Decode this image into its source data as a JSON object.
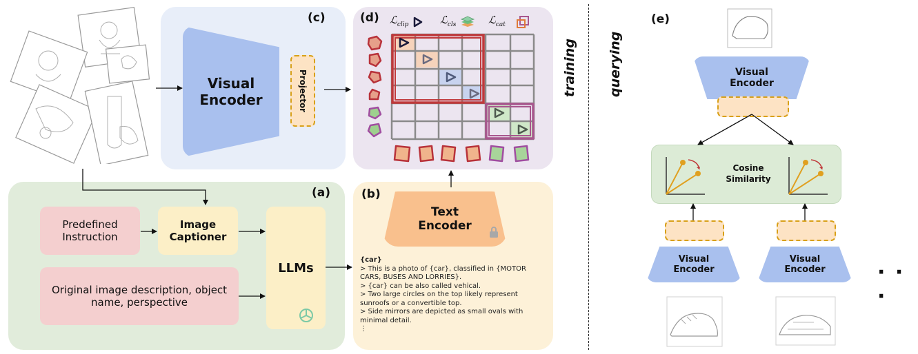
{
  "panels": {
    "a": "(a)",
    "b": "(b)",
    "c": "(c)",
    "d": "(d)",
    "e": "(e)"
  },
  "panel_c": {
    "encoder_line1": "Visual",
    "encoder_line2": "Encoder",
    "projector": "Projector"
  },
  "panel_a": {
    "instruction_line1": "Predefined",
    "instruction_line2": "Instruction",
    "captioner_line1": "Image",
    "captioner_line2": "Captioner",
    "description_line1": "Original image description, object",
    "description_line2": "name, perspective",
    "llms": "LLMs"
  },
  "panel_b": {
    "encoder_line1": "Text",
    "encoder_line2": "Encoder",
    "lines": [
      "{car}",
      "> This is a photo of {car}, classified in {MOTOR",
      "CARS, BUSES AND LORRIES}.",
      "> {car} can be also called vehical.",
      "> Two large circles on the top likely represent",
      "sunroofs or a convertible top.",
      "> Side mirrors are depicted as small ovals with",
      "minimal detail.",
      "⋮"
    ]
  },
  "panel_d": {
    "loss_clip": "clip",
    "loss_cls": "cls",
    "loss_cat": "cat",
    "loss_symbol": "ℒ"
  },
  "side_labels": {
    "training": "training",
    "querying": "querying"
  },
  "panel_e": {
    "top_encoder_line1": "Visual",
    "top_encoder_line2": "Encoder",
    "similarity_line1": "Cosine",
    "similarity_line2": "Similarity",
    "left_encoder_line1": "Visual",
    "left_encoder_line2": "Encoder",
    "right_encoder_line1": "Visual",
    "right_encoder_line2": "Encoder",
    "ellipsis": "· · ·"
  },
  "colors": {
    "panel_c_bg": "#e8eef9",
    "panel_a_bg": "#e1ecdb",
    "panel_b_bg": "#fdf1d8",
    "panel_d_bg": "#ece5f0",
    "visual_encoder": "#a9c0ee",
    "text_encoder": "#f9c08d",
    "instruction_box": "#f4cfcf",
    "captioner_box": "#fcefc7",
    "llm_box": "#fcefc7",
    "similarity_box": "#dcebd6",
    "grid_red": "#c0393b",
    "grid_purple": "#a8578e"
  }
}
